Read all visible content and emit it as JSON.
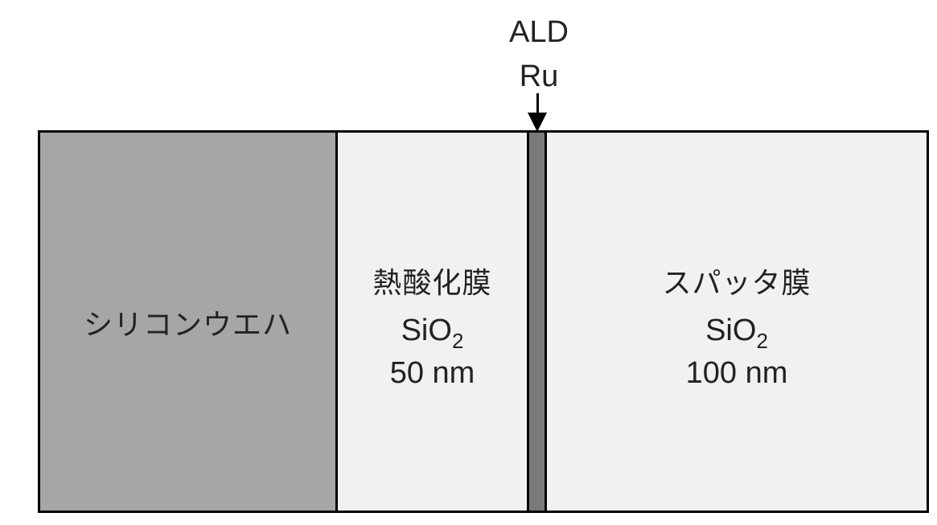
{
  "top_label": {
    "line1": "ALD",
    "line2": "Ru"
  },
  "layers": {
    "silicon": {
      "name": "シリコンウエハ"
    },
    "thermal_oxide": {
      "name": "熱酸化膜",
      "formula_base": "SiO",
      "formula_sub": "2",
      "thickness": "50 nm"
    },
    "ald_ru": {},
    "sputter": {
      "name": "スパッタ膜",
      "formula_base": "SiO",
      "formula_sub": "2",
      "thickness": "100 nm"
    }
  },
  "colors": {
    "silicon": "#a6a6a6",
    "oxide": "#f1f1f1",
    "ruthenium": "#7a7a7a",
    "outline": "#000000"
  }
}
